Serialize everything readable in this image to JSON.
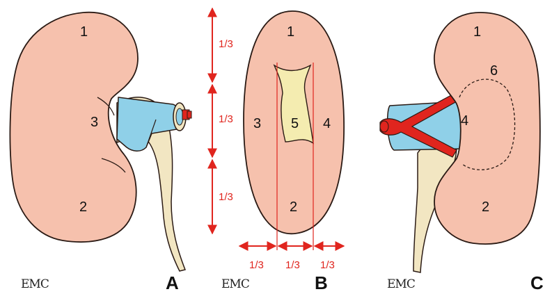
{
  "colors": {
    "kidney": "#f6c1ad",
    "kidney_stroke": "#2a1a14",
    "ureter": "#f2e6c2",
    "vein": "#8fd0e8",
    "artery": "#e0251e",
    "dim": "#e0251e",
    "pelvis": "#f4ecb0"
  },
  "panels": {
    "A": {
      "letter": "A",
      "logo": "EMC",
      "zones": {
        "upper": "1",
        "lower": "2",
        "hilum": "3"
      }
    },
    "B": {
      "letter": "B",
      "logo": "EMC",
      "zones": {
        "upper": "1",
        "lower": "2",
        "lateral_left": "3",
        "lateral_right": "4",
        "central": "5"
      },
      "vertical_thirds": [
        "1/3",
        "1/3",
        "1/3"
      ],
      "horizontal_thirds": [
        "1/3",
        "1/3",
        "1/3"
      ]
    },
    "C": {
      "letter": "C",
      "logo": "EMC",
      "zones": {
        "upper": "1",
        "lower": "2",
        "hilum": "4",
        "dashed": "6"
      }
    }
  }
}
